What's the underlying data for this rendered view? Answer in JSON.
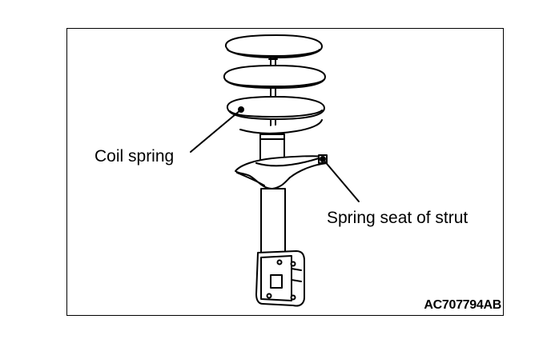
{
  "diagram": {
    "callouts": {
      "coil_spring": "Coil spring",
      "spring_seat": "Spring seat of strut"
    },
    "figure_id": "AC707794AB"
  },
  "colors": {
    "line": "#000000",
    "background": "#ffffff"
  }
}
